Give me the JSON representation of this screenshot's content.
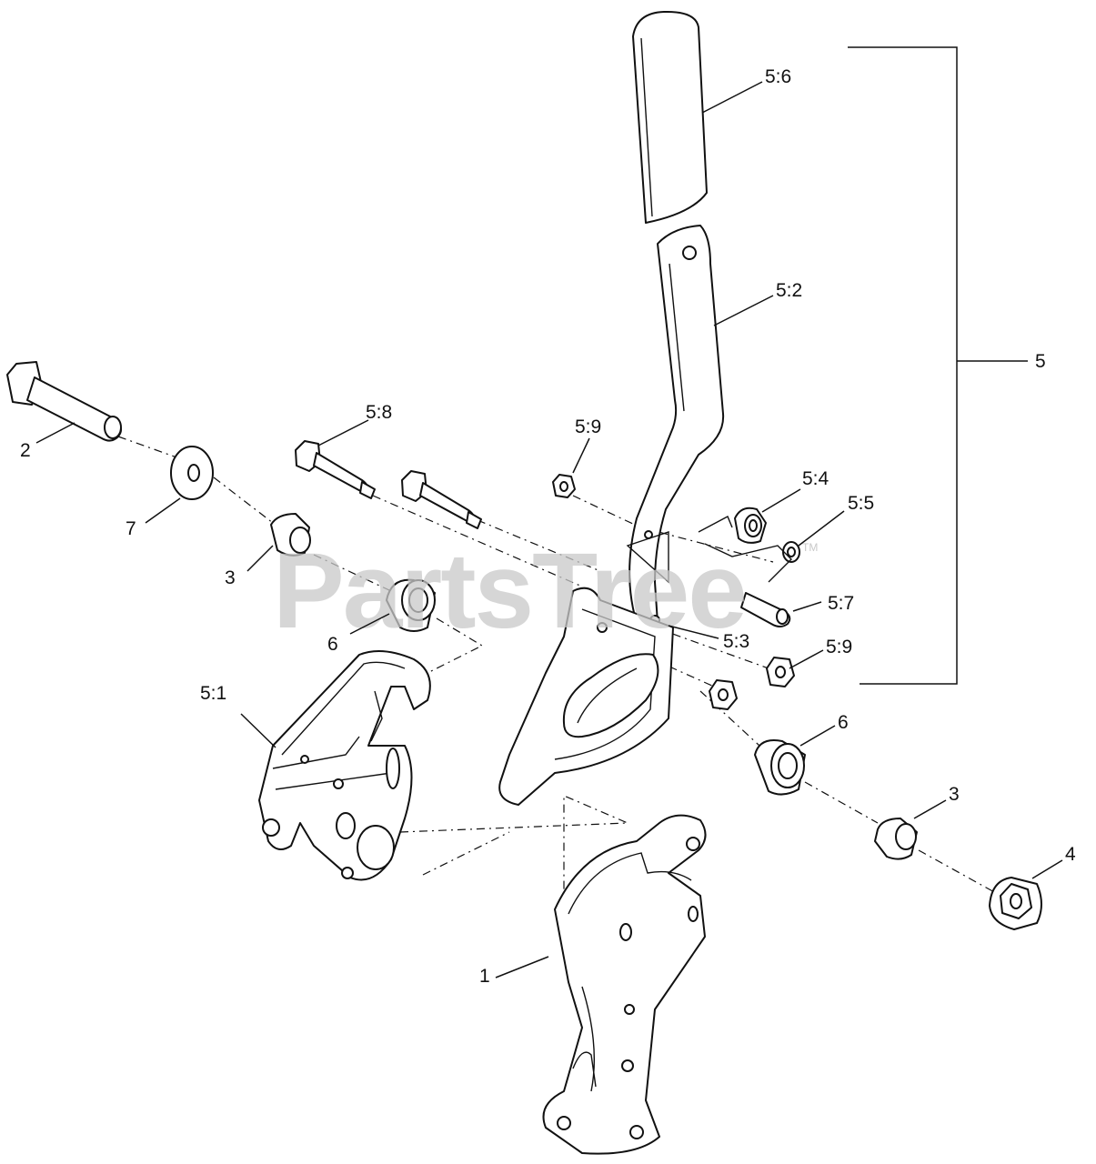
{
  "watermark": {
    "text": "PartsTree",
    "mark": "TM"
  },
  "callouts": {
    "c_5_6": "5:6",
    "c_5_2": "5:2",
    "c_5": "5",
    "c_5_8": "5:8",
    "c_2": "2",
    "c_5_9_top": "5:9",
    "c_5_4": "5:4",
    "c_5_5": "5:5",
    "c_7": "7",
    "c_3_left": "3",
    "c_5_7": "5:7",
    "c_6_left": "6",
    "c_5_3": "5:3",
    "c_5_9_bottom": "5:9",
    "c_5_1": "5:1",
    "c_6_right": "6",
    "c_3_right": "3",
    "c_4": "4",
    "c_1": "1"
  }
}
